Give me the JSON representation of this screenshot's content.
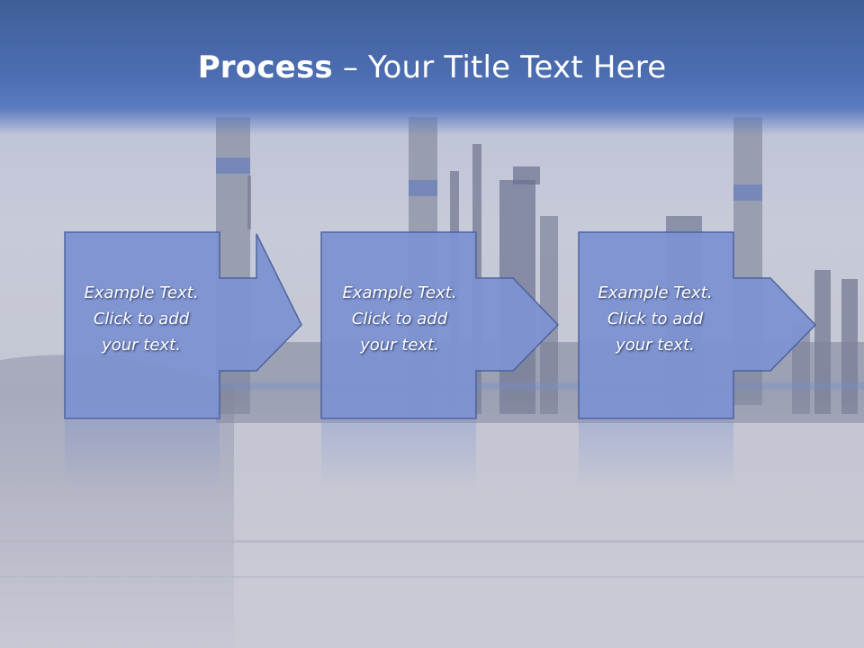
{
  "slide": {
    "title_bold": "Process",
    "title_rest": " – Your Title Text Here"
  },
  "steps": [
    {
      "lines": [
        "Example Text.",
        "Click  to add",
        "your text."
      ]
    },
    {
      "lines": [
        "Example Text.",
        "Click  to add",
        "your text."
      ]
    },
    {
      "lines": [
        "Example Text.",
        "Click  to add",
        "your text."
      ]
    }
  ],
  "colors": {
    "title_band": "#4c6db1",
    "shape_fill": "#7d93d1",
    "shape_stroke": "#4a5f9c",
    "text": "#ffffff"
  }
}
